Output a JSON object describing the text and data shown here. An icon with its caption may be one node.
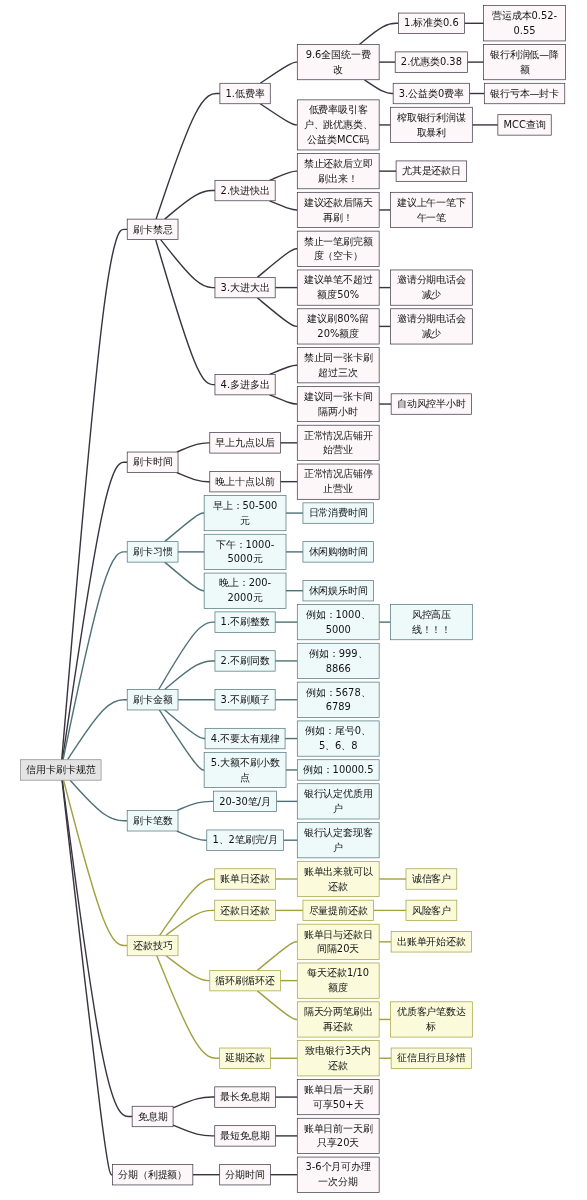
{
  "diagram": {
    "nodes": [
      {
        "text": [
          "信用卡刷卡规范"
        ]
      },
      {
        "text": [
          "刷卡禁忌"
        ]
      },
      {
        "text": [
          "1.低费率"
        ]
      },
      {
        "text": [
          "9.6全国统一费改"
        ]
      },
      {
        "text": [
          "1.标准类0.6"
        ]
      },
      {
        "text": [
          "营运成本0.52-0.55"
        ]
      },
      {
        "text": [
          "2.优惠类0.38"
        ]
      },
      {
        "text": [
          "银行利润低—降额"
        ]
      },
      {
        "text": [
          "3.公益类0费率"
        ]
      },
      {
        "text": [
          "银行亏本—封卡"
        ]
      },
      {
        "text": [
          "低费率吸引客户、跳优惠类、公益类MCC码"
        ]
      },
      {
        "text": [
          "榨取银行利润谋取暴利"
        ]
      },
      {
        "text": [
          "MCC查询"
        ]
      },
      {
        "text": [
          "2.快进快出"
        ]
      },
      {
        "text": [
          "禁止还款后立即刷出来！"
        ]
      },
      {
        "text": [
          "尤其是还款日"
        ]
      },
      {
        "text": [
          "建议还款后隔天再刷！"
        ]
      },
      {
        "text": [
          "建议上午一笔下午一笔"
        ]
      },
      {
        "text": [
          "3.大进大出"
        ]
      },
      {
        "text": [
          "禁止一笔刷完额度（空卡）"
        ]
      },
      {
        "text": [
          "建议单笔不超过额度50%"
        ]
      },
      {
        "text": [
          "邀请分期电话会减少"
        ]
      },
      {
        "text": [
          "建议刷80%留20%额度"
        ]
      },
      {
        "text": [
          "邀请分期电话会减少"
        ]
      },
      {
        "text": [
          "4.多进多出"
        ]
      },
      {
        "text": [
          "禁止同一张卡刷超过三次"
        ]
      },
      {
        "text": [
          "建议同一张卡间隔两小时"
        ]
      },
      {
        "text": [
          "自动风控半小时"
        ]
      },
      {
        "text": [
          "刷卡时间"
        ]
      },
      {
        "text": [
          "早上九点以后"
        ]
      },
      {
        "text": [
          "正常情况店铺开始营业"
        ]
      },
      {
        "text": [
          "晚上十点以前"
        ]
      },
      {
        "text": [
          "正常情况店铺停止营业"
        ]
      },
      {
        "text": [
          "刷卡习惯"
        ]
      },
      {
        "text": [
          "早上：50-500元"
        ]
      },
      {
        "text": [
          "日常消费时间"
        ]
      },
      {
        "text": [
          "下午：1000-5000元"
        ]
      },
      {
        "text": [
          "休闲购物时间"
        ]
      },
      {
        "text": [
          "晚上：200-2000元"
        ]
      },
      {
        "text": [
          "休闲娱乐时间"
        ]
      },
      {
        "text": [
          "刷卡金额"
        ]
      },
      {
        "text": [
          "1.不刷整数"
        ]
      },
      {
        "text": [
          "例如：1000、5000"
        ]
      },
      {
        "text": [
          "风控高压线！！！"
        ]
      },
      {
        "text": [
          "2.不刷同数"
        ]
      },
      {
        "text": [
          "例如：999、8866"
        ]
      },
      {
        "text": [
          "3.不刷顺子"
        ]
      },
      {
        "text": [
          "例如：5678、6789"
        ]
      },
      {
        "text": [
          "4.不要太有规律"
        ]
      },
      {
        "text": [
          "例如：尾号0、5、6、8"
        ]
      },
      {
        "text": [
          "5.大额不刷小数点"
        ]
      },
      {
        "text": [
          "例如：10000.5"
        ]
      },
      {
        "text": [
          "刷卡笔数"
        ]
      },
      {
        "text": [
          "20-30笔/月"
        ]
      },
      {
        "text": [
          "银行认定优质用户"
        ]
      },
      {
        "text": [
          "1、2笔刷完/月"
        ]
      },
      {
        "text": [
          "银行认定套现客户"
        ]
      },
      {
        "text": [
          "还款技巧"
        ]
      },
      {
        "text": [
          "账单日还款"
        ]
      },
      {
        "text": [
          "账单出来就可以还款"
        ]
      },
      {
        "text": [
          "诚信客户"
        ]
      },
      {
        "text": [
          "还款日还款"
        ]
      },
      {
        "text": [
          "尽量提前还款"
        ]
      },
      {
        "text": [
          "风险客户"
        ]
      },
      {
        "text": [
          "循环刷循环还"
        ]
      },
      {
        "text": [
          "账单日与还款日间隔20天"
        ]
      },
      {
        "text": [
          "出账单开始还款"
        ]
      },
      {
        "text": [
          "每天还款1/10额度"
        ]
      },
      {
        "text": [
          "隔天分两笔刷出再还款"
        ]
      },
      {
        "text": [
          "优质客户笔数达标"
        ]
      },
      {
        "text": [
          "延期还款"
        ]
      },
      {
        "text": [
          "致电银行3天内还款"
        ]
      },
      {
        "text": [
          "征信且行且珍惜"
        ]
      },
      {
        "text": [
          "免息期"
        ]
      },
      {
        "text": [
          "最长免息期"
        ]
      },
      {
        "text": [
          "账单日后一天刷可享50+天"
        ]
      },
      {
        "text": [
          "最短免息期"
        ]
      },
      {
        "text": [
          "账单日前一天刷只享20天"
        ]
      },
      {
        "text": [
          "分期（利提额）"
        ]
      },
      {
        "text": [
          "分期时间"
        ]
      },
      {
        "text": [
          "3-6个月可办理一次分期"
        ]
      }
    ],
    "edges": [
      {
        "from": 0,
        "to": 1,
        "arrow": "none"
      },
      {
        "from": 1,
        "to": 2,
        "arrow": "none"
      },
      {
        "from": 2,
        "to": 3,
        "arrow": "none"
      },
      {
        "from": 3,
        "to": 4,
        "arrow": "none"
      },
      {
        "from": 4,
        "to": 5,
        "arrow": "none"
      },
      {
        "from": 3,
        "to": 6,
        "arrow": "none"
      },
      {
        "from": 6,
        "to": 7,
        "arrow": "none"
      },
      {
        "from": 3,
        "to": 8,
        "arrow": "none"
      },
      {
        "from": 8,
        "to": 9,
        "arrow": "none"
      },
      {
        "from": 2,
        "to": 10,
        "arrow": "none"
      },
      {
        "from": 10,
        "to": 11,
        "arrow": "none"
      },
      {
        "from": 11,
        "to": 12,
        "arrow": "none"
      },
      {
        "from": 1,
        "to": 13,
        "arrow": "none"
      },
      {
        "from": 13,
        "to": 14,
        "arrow": "none"
      },
      {
        "from": 14,
        "to": 15,
        "arrow": "none"
      },
      {
        "from": 13,
        "to": 16,
        "arrow": "none"
      },
      {
        "from": 16,
        "to": 17,
        "arrow": "none"
      },
      {
        "from": 1,
        "to": 18,
        "arrow": "none"
      },
      {
        "from": 18,
        "to": 19,
        "arrow": "none"
      },
      {
        "from": 18,
        "to": 20,
        "arrow": "none"
      },
      {
        "from": 20,
        "to": 21,
        "arrow": "none"
      },
      {
        "from": 18,
        "to": 22,
        "arrow": "none"
      },
      {
        "from": 22,
        "to": 23,
        "arrow": "none"
      },
      {
        "from": 1,
        "to": 24,
        "arrow": "none"
      },
      {
        "from": 24,
        "to": 25,
        "arrow": "none"
      },
      {
        "from": 24,
        "to": 26,
        "arrow": "none"
      },
      {
        "from": 26,
        "to": 27,
        "arrow": "none"
      },
      {
        "from": 0,
        "to": 28,
        "arrow": "none"
      },
      {
        "from": 28,
        "to": 29,
        "arrow": "none"
      },
      {
        "from": 29,
        "to": 30,
        "arrow": "none"
      },
      {
        "from": 28,
        "to": 31,
        "arrow": "none"
      },
      {
        "from": 31,
        "to": 32,
        "arrow": "none"
      },
      {
        "from": 0,
        "to": 33,
        "arrow": "none",
        "color": "#4f7278"
      },
      {
        "from": 33,
        "to": 34,
        "arrow": "none",
        "color": "#4f7278"
      },
      {
        "from": 34,
        "to": 35,
        "arrow": "none",
        "color": "#4f7278"
      },
      {
        "from": 33,
        "to": 36,
        "arrow": "none",
        "color": "#4f7278"
      },
      {
        "from": 36,
        "to": 37,
        "arrow": "none",
        "color": "#4f7278"
      },
      {
        "from": 33,
        "to": 38,
        "arrow": "none",
        "color": "#4f7278"
      },
      {
        "from": 38,
        "to": 39,
        "arrow": "none",
        "color": "#4f7278"
      },
      {
        "from": 0,
        "to": 40,
        "arrow": "none",
        "color": "#4f7278"
      },
      {
        "from": 40,
        "to": 41,
        "arrow": "none",
        "color": "#4f7278"
      },
      {
        "from": 41,
        "to": 42,
        "arrow": "none",
        "color": "#4f7278"
      },
      {
        "from": 42,
        "to": 43,
        "arrow": "none",
        "color": "#4f7278"
      },
      {
        "from": 40,
        "to": 44,
        "arrow": "none",
        "color": "#4f7278"
      },
      {
        "from": 44,
        "to": 45,
        "arrow": "none",
        "color": "#4f7278"
      },
      {
        "from": 40,
        "to": 46,
        "arrow": "none",
        "color": "#4f7278"
      },
      {
        "from": 46,
        "to": 47,
        "arrow": "none",
        "color": "#4f7278"
      },
      {
        "from": 40,
        "to": 48,
        "arrow": "none",
        "color": "#4f7278"
      },
      {
        "from": 48,
        "to": 49,
        "arrow": "none",
        "color": "#4f7278"
      },
      {
        "from": 40,
        "to": 50,
        "arrow": "none",
        "color": "#4f7278"
      },
      {
        "from": 50,
        "to": 51,
        "arrow": "none",
        "color": "#4f7278"
      },
      {
        "from": 0,
        "to": 52,
        "arrow": "none",
        "color": "#4f7278"
      },
      {
        "from": 52,
        "to": 53,
        "arrow": "none",
        "color": "#4f7278"
      },
      {
        "from": 53,
        "to": 54,
        "arrow": "none",
        "color": "#4f7278"
      },
      {
        "from": 52,
        "to": 55,
        "arrow": "none",
        "color": "#4f7278"
      },
      {
        "from": 55,
        "to": 56,
        "arrow": "none",
        "color": "#4f7278"
      },
      {
        "from": 0,
        "to": 57,
        "arrow": "none",
        "color": "#a3a040"
      },
      {
        "from": 57,
        "to": 58,
        "arrow": "none",
        "color": "#a3a040"
      },
      {
        "from": 58,
        "to": 59,
        "arrow": "none",
        "color": "#a3a040"
      },
      {
        "from": 59,
        "to": 60,
        "arrow": "none",
        "color": "#a3a040"
      },
      {
        "from": 57,
        "to": 61,
        "arrow": "none",
        "color": "#a3a040"
      },
      {
        "from": 61,
        "to": 62,
        "arrow": "none",
        "color": "#a3a040"
      },
      {
        "from": 62,
        "to": 63,
        "arrow": "none",
        "color": "#a3a040"
      },
      {
        "from": 57,
        "to": 64,
        "arrow": "none",
        "color": "#a3a040"
      },
      {
        "from": 64,
        "to": 65,
        "arrow": "none",
        "color": "#a3a040"
      },
      {
        "from": 65,
        "to": 66,
        "arrow": "none",
        "color": "#a3a040"
      },
      {
        "from": 64,
        "to": 67,
        "arrow": "none",
        "color": "#a3a040"
      },
      {
        "from": 64,
        "to": 68,
        "arrow": "none",
        "color": "#a3a040"
      },
      {
        "from": 68,
        "to": 69,
        "arrow": "none",
        "color": "#a3a040"
      },
      {
        "from": 57,
        "to": 70,
        "arrow": "none",
        "color": "#a3a040"
      },
      {
        "from": 70,
        "to": 71,
        "arrow": "none",
        "color": "#a3a040"
      },
      {
        "from": 71,
        "to": 72,
        "arrow": "none",
        "color": "#a3a040"
      },
      {
        "from": 0,
        "to": 73,
        "arrow": "none"
      },
      {
        "from": 73,
        "to": 74,
        "arrow": "none"
      },
      {
        "from": 74,
        "to": 75,
        "arrow": "none"
      },
      {
        "from": 73,
        "to": 76,
        "arrow": "none"
      },
      {
        "from": 76,
        "to": 77,
        "arrow": "none"
      },
      {
        "from": 0,
        "to": 78,
        "arrow": "none"
      },
      {
        "from": 78,
        "to": 79,
        "arrow": "none"
      },
      {
        "from": 79,
        "to": 80,
        "arrow": "none"
      }
    ]
  }
}
